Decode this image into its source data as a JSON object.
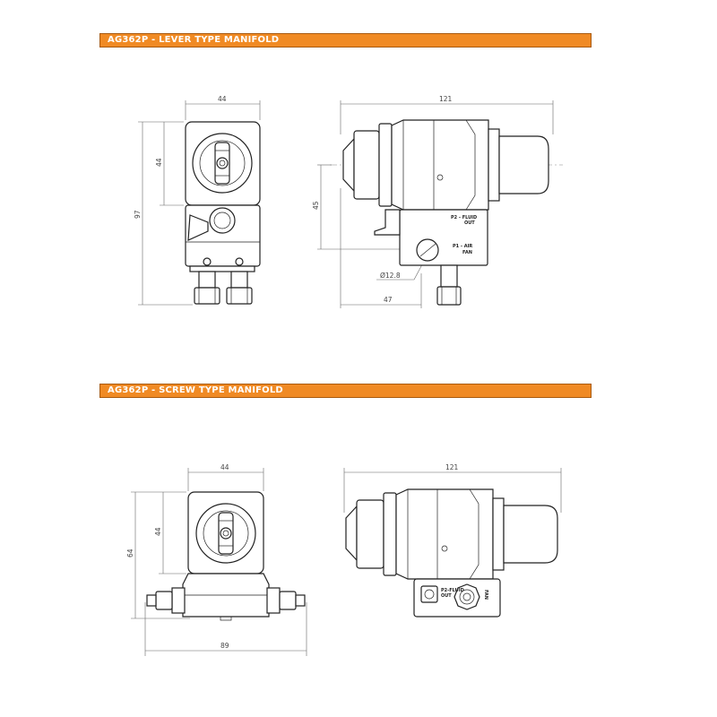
{
  "sections": [
    {
      "title": "AG362P - LEVER TYPE MANIFOLD",
      "front_view": {
        "width": "44",
        "upper_height": "44",
        "total_height": "97"
      },
      "side_view": {
        "length": "121",
        "offset_height": "45",
        "offset_length": "47",
        "diameter": "Ø12.8",
        "labels": {
          "fluid_out_1": "P2 - FLUID",
          "fluid_out_2": "OUT",
          "air_1": "P1 - AIR",
          "air_2": "FAN"
        }
      }
    },
    {
      "title": "AG362P - SCREW TYPE MANIFOLD",
      "front_view": {
        "width": "44",
        "upper_height": "44",
        "total_height": "64",
        "overall_width": "89"
      },
      "side_view": {
        "length": "121",
        "labels": {
          "fluid_out_1": "P2-FLUID",
          "fluid_out_2": "OUT",
          "fan": "FAN"
        }
      }
    }
  ]
}
